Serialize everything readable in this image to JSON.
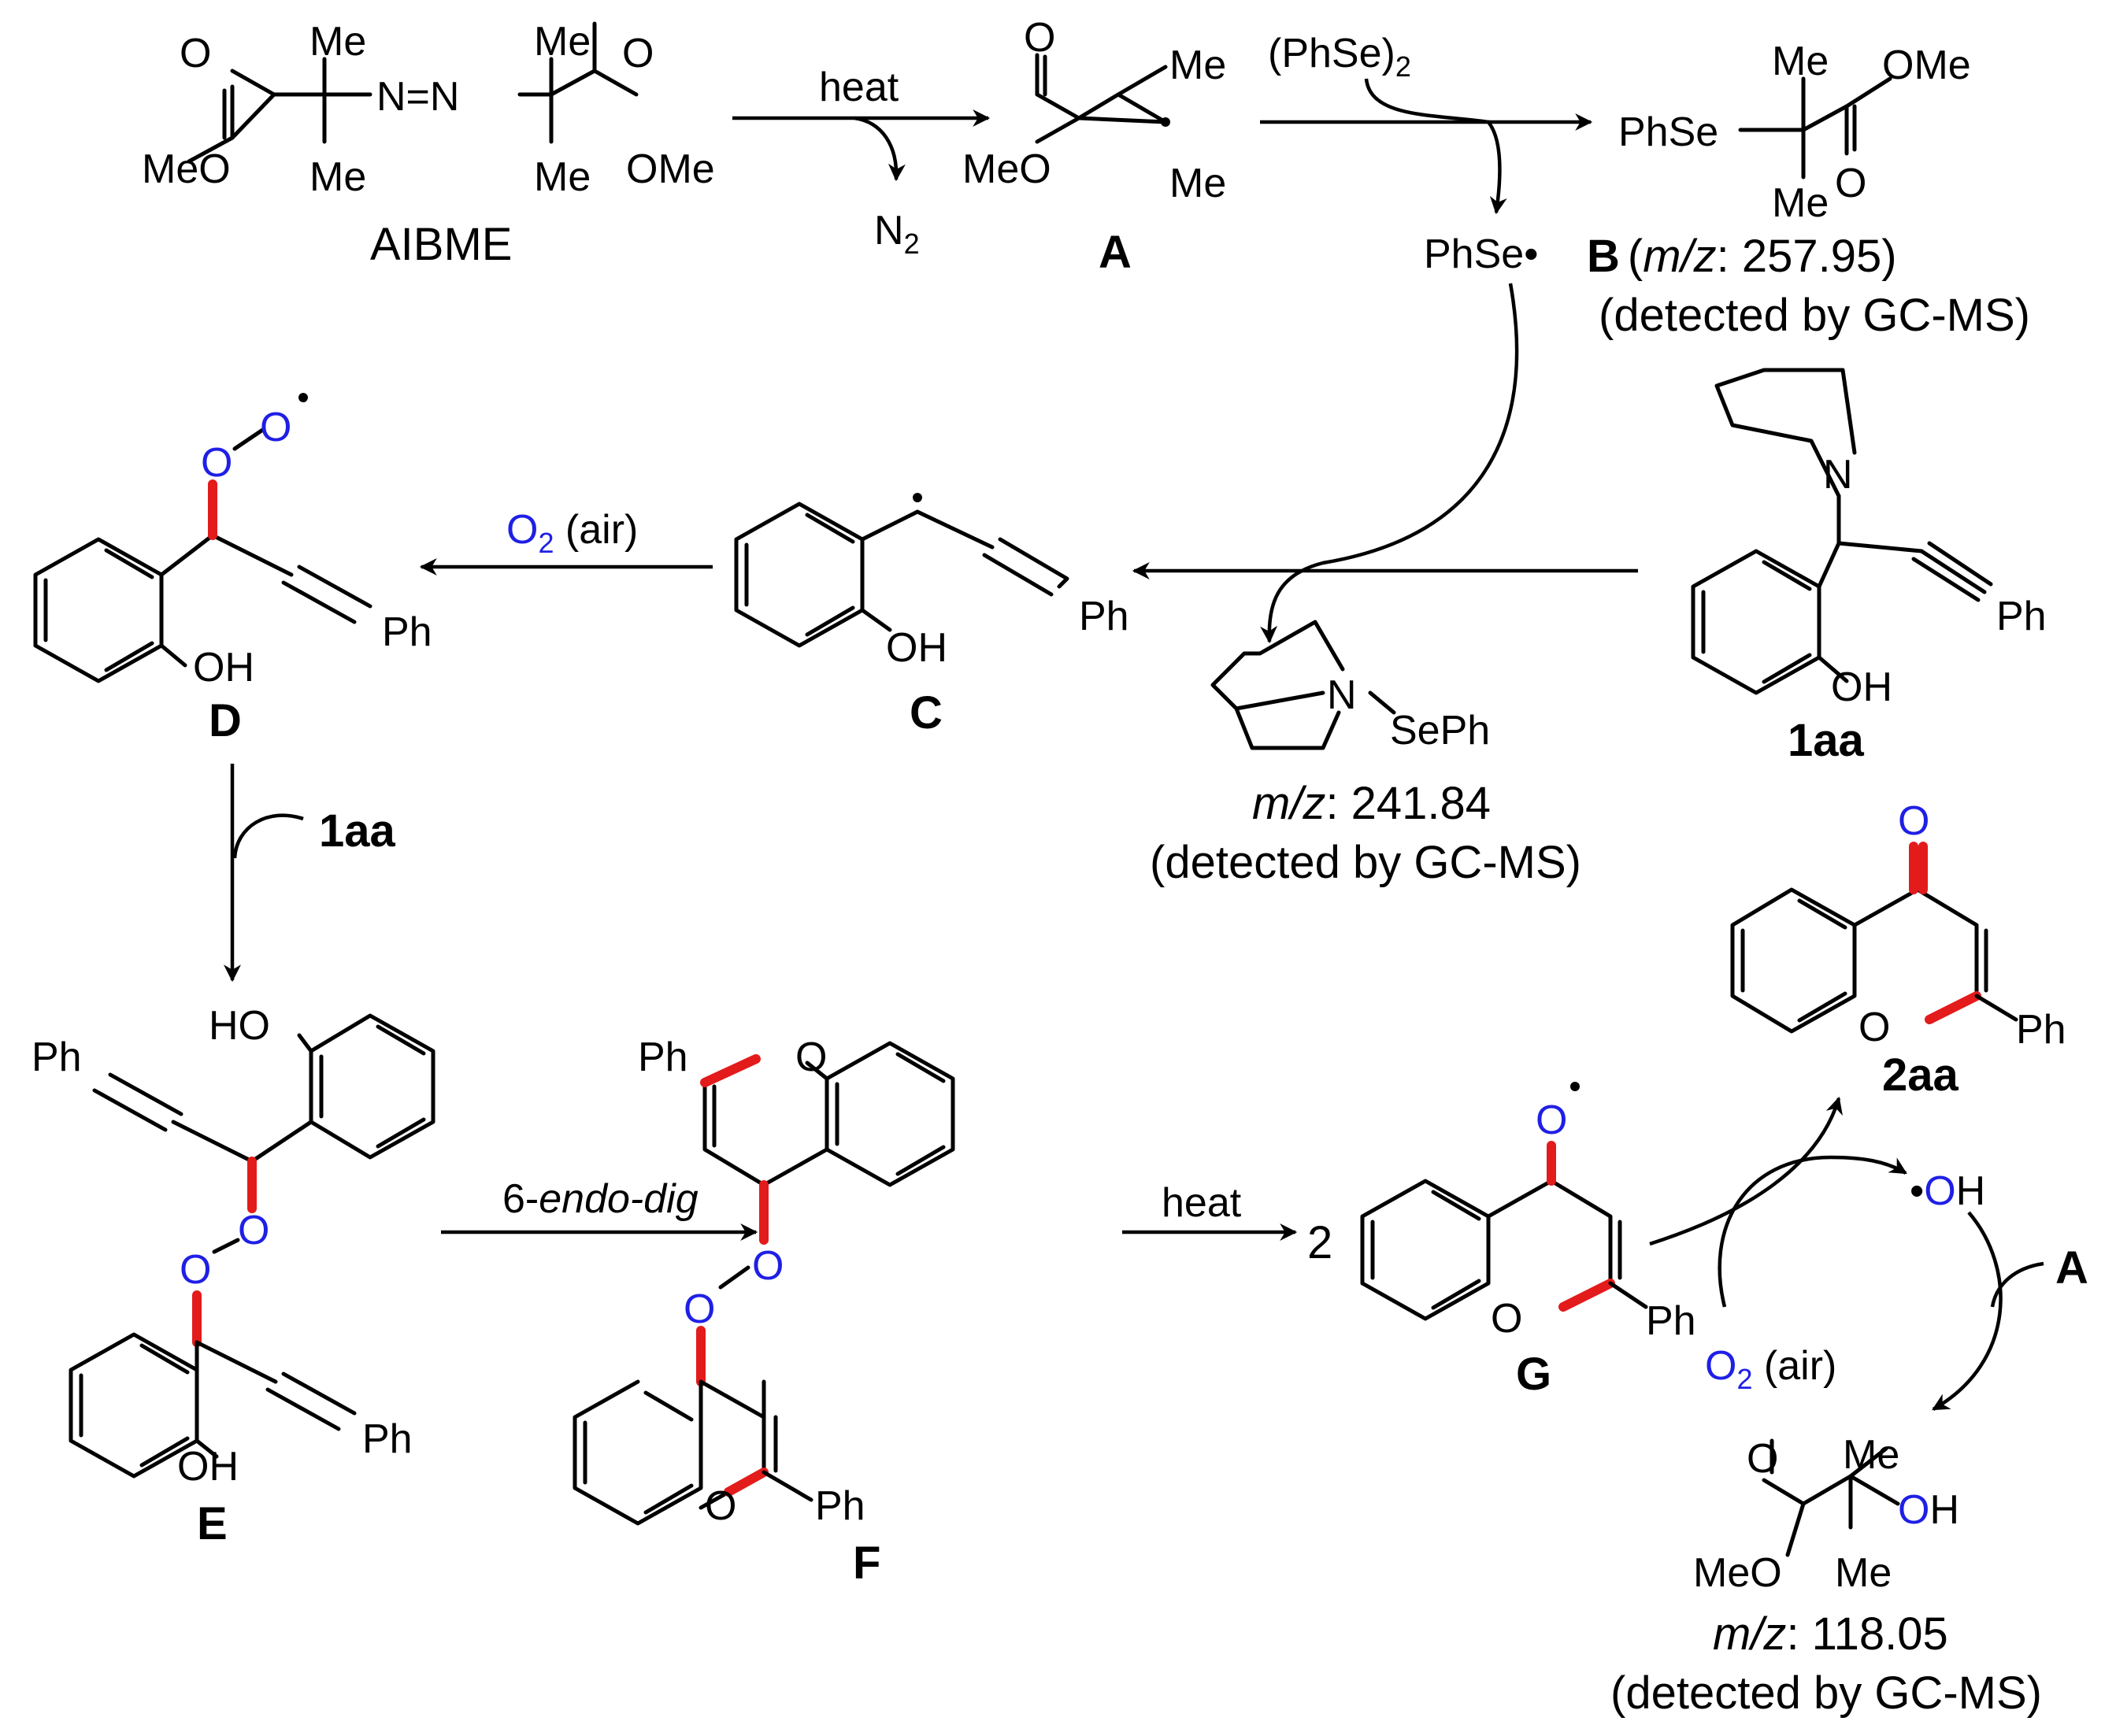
{
  "colors": {
    "heteroatom": "#1f1fe6",
    "new_bond": "#e31b1b",
    "line": "#000000"
  },
  "labels": {
    "me": "Me",
    "meo": "MeO",
    "ome": "OMe",
    "o": "O",
    "oh": "OH",
    "ho": "HO",
    "ph": "Ph",
    "phse": "PhSe",
    "sephe": "SePh",
    "n": "N",
    "h": "H",
    "nn": "N=N",
    "two": "2",
    "sub2": "2",
    "phse2_open": "(PhSe)",
    "phse_radical": "PhSe•"
  },
  "reagents": {
    "heat": "heat",
    "n2": "N",
    "o2": "O",
    "air": " (air)",
    "endo_prefix": "6-",
    "endo_italic": "endo-dig",
    "oh_radical_dot": "•"
  },
  "compounds": {
    "aibme": "AIBME",
    "A": "A",
    "B": "B",
    "C": "C",
    "D": "D",
    "E": "E",
    "F": "F",
    "G": "G",
    "s1aa": "1aa",
    "s2aa": "2aa"
  },
  "ms": {
    "mz": "m/z",
    "B_open": "(",
    "B_value": ": 257.95)",
    "pip_value": ": 241.84",
    "hydroxy_value": ": 118.05",
    "detected": "(detected by GC-MS)"
  }
}
